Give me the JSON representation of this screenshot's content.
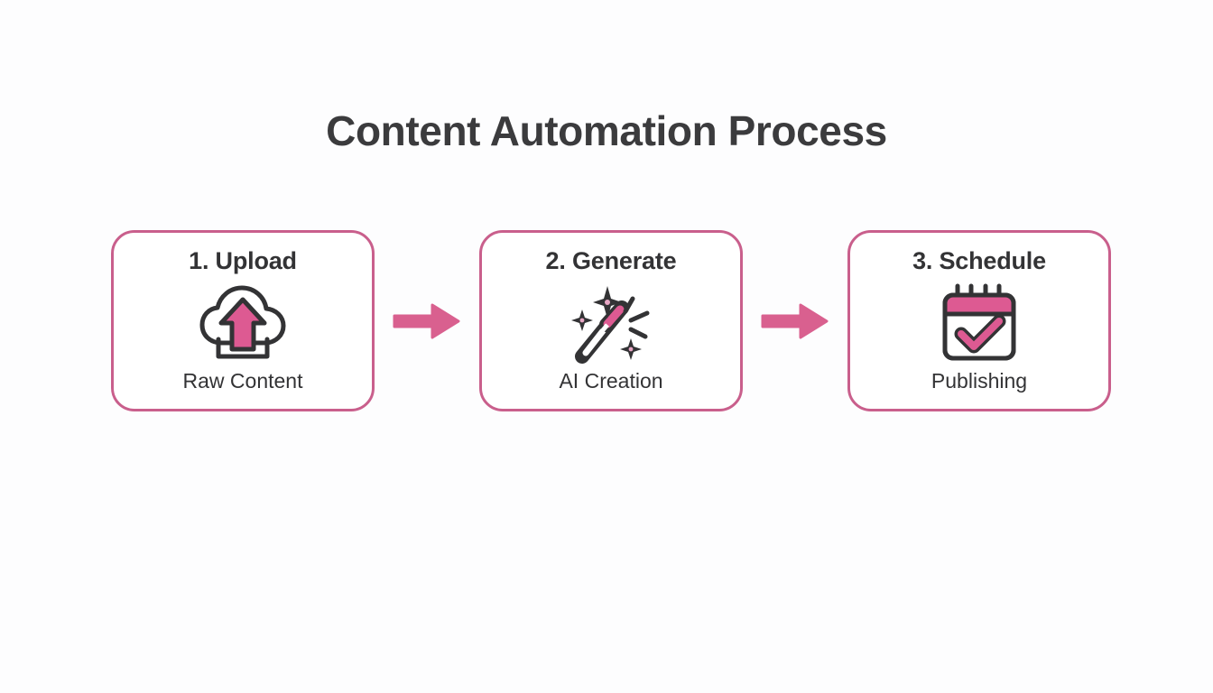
{
  "slide": {
    "title": "Content Automation Process",
    "background_color": "#fdfdfe",
    "accent_color": "#d9608f",
    "border_color": "#c95f8c",
    "text_color": "#333335"
  },
  "steps": [
    {
      "title": "1. Upload",
      "label": "Raw Content",
      "icon": "cloud-upload-icon"
    },
    {
      "title": "2. Generate",
      "label": "AI Creation",
      "icon": "magic-wand-icon"
    },
    {
      "title": "3. Schedule",
      "label": "Publishing",
      "icon": "calendar-check-icon"
    }
  ],
  "connectors": [
    {
      "icon": "arrow-right-icon"
    },
    {
      "icon": "arrow-right-icon"
    }
  ]
}
